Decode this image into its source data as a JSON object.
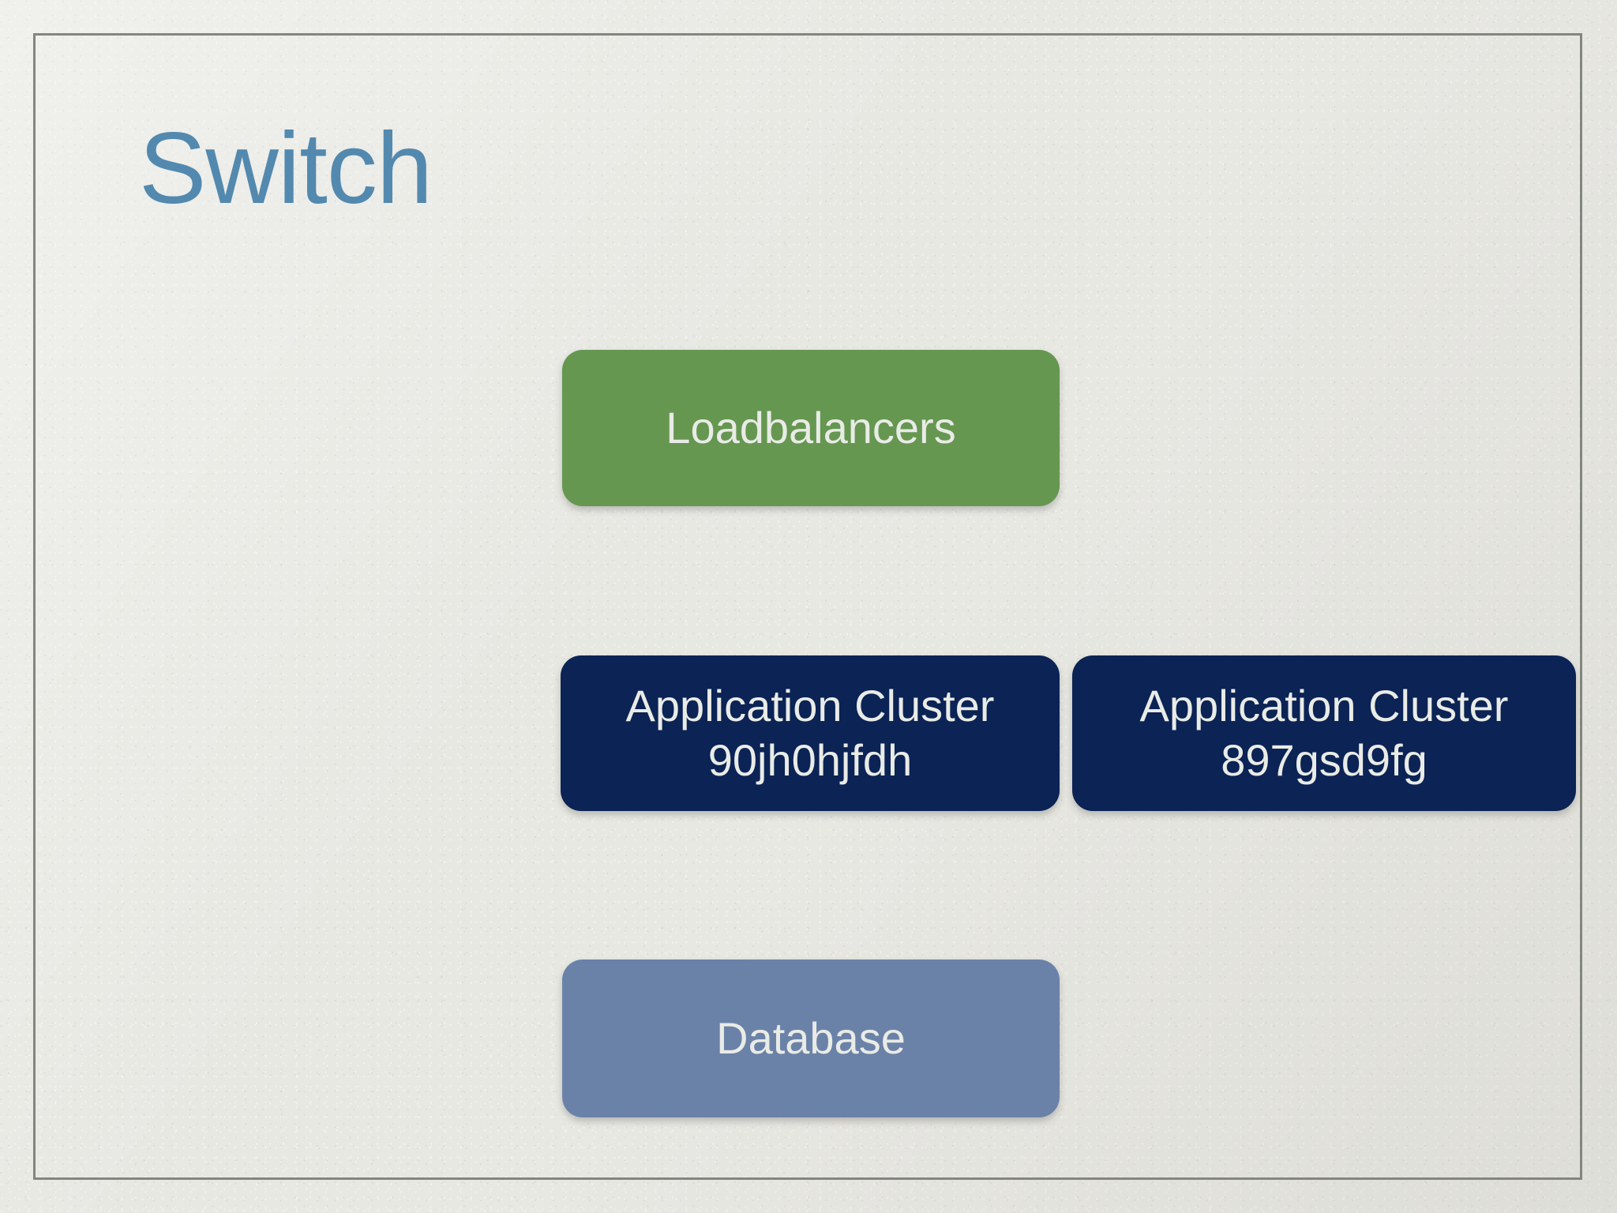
{
  "slide": {
    "title": "Switch",
    "title_color": "#5389ae",
    "background_color": "#e8e8e3",
    "frame_color": "#83867f"
  },
  "diagram": {
    "nodes": [
      {
        "id": "loadbalancers",
        "label": "Loadbalancers",
        "line1": "Loadbalancers",
        "line2": "",
        "color": "#659751",
        "text_color": "#e9ebe6",
        "role": "loadbalancer-tier"
      },
      {
        "id": "cluster-0",
        "label": "Application Cluster 90jh0hjfdh",
        "line1": "Application Cluster",
        "line2": "90jh0hjfdh",
        "color": "#0b2355",
        "text_color": "#e9ebe6",
        "role": "application-tier"
      },
      {
        "id": "cluster-1",
        "label": "Application Cluster 897gsd9fg",
        "line1": "Application Cluster",
        "line2": "897gsd9fg",
        "color": "#0b2355",
        "text_color": "#e9ebe6",
        "role": "application-tier"
      },
      {
        "id": "database",
        "label": "Database",
        "line1": "Database",
        "line2": "",
        "color": "#6b82a8",
        "text_color": "#e9ebe6",
        "role": "data-tier"
      }
    ]
  }
}
